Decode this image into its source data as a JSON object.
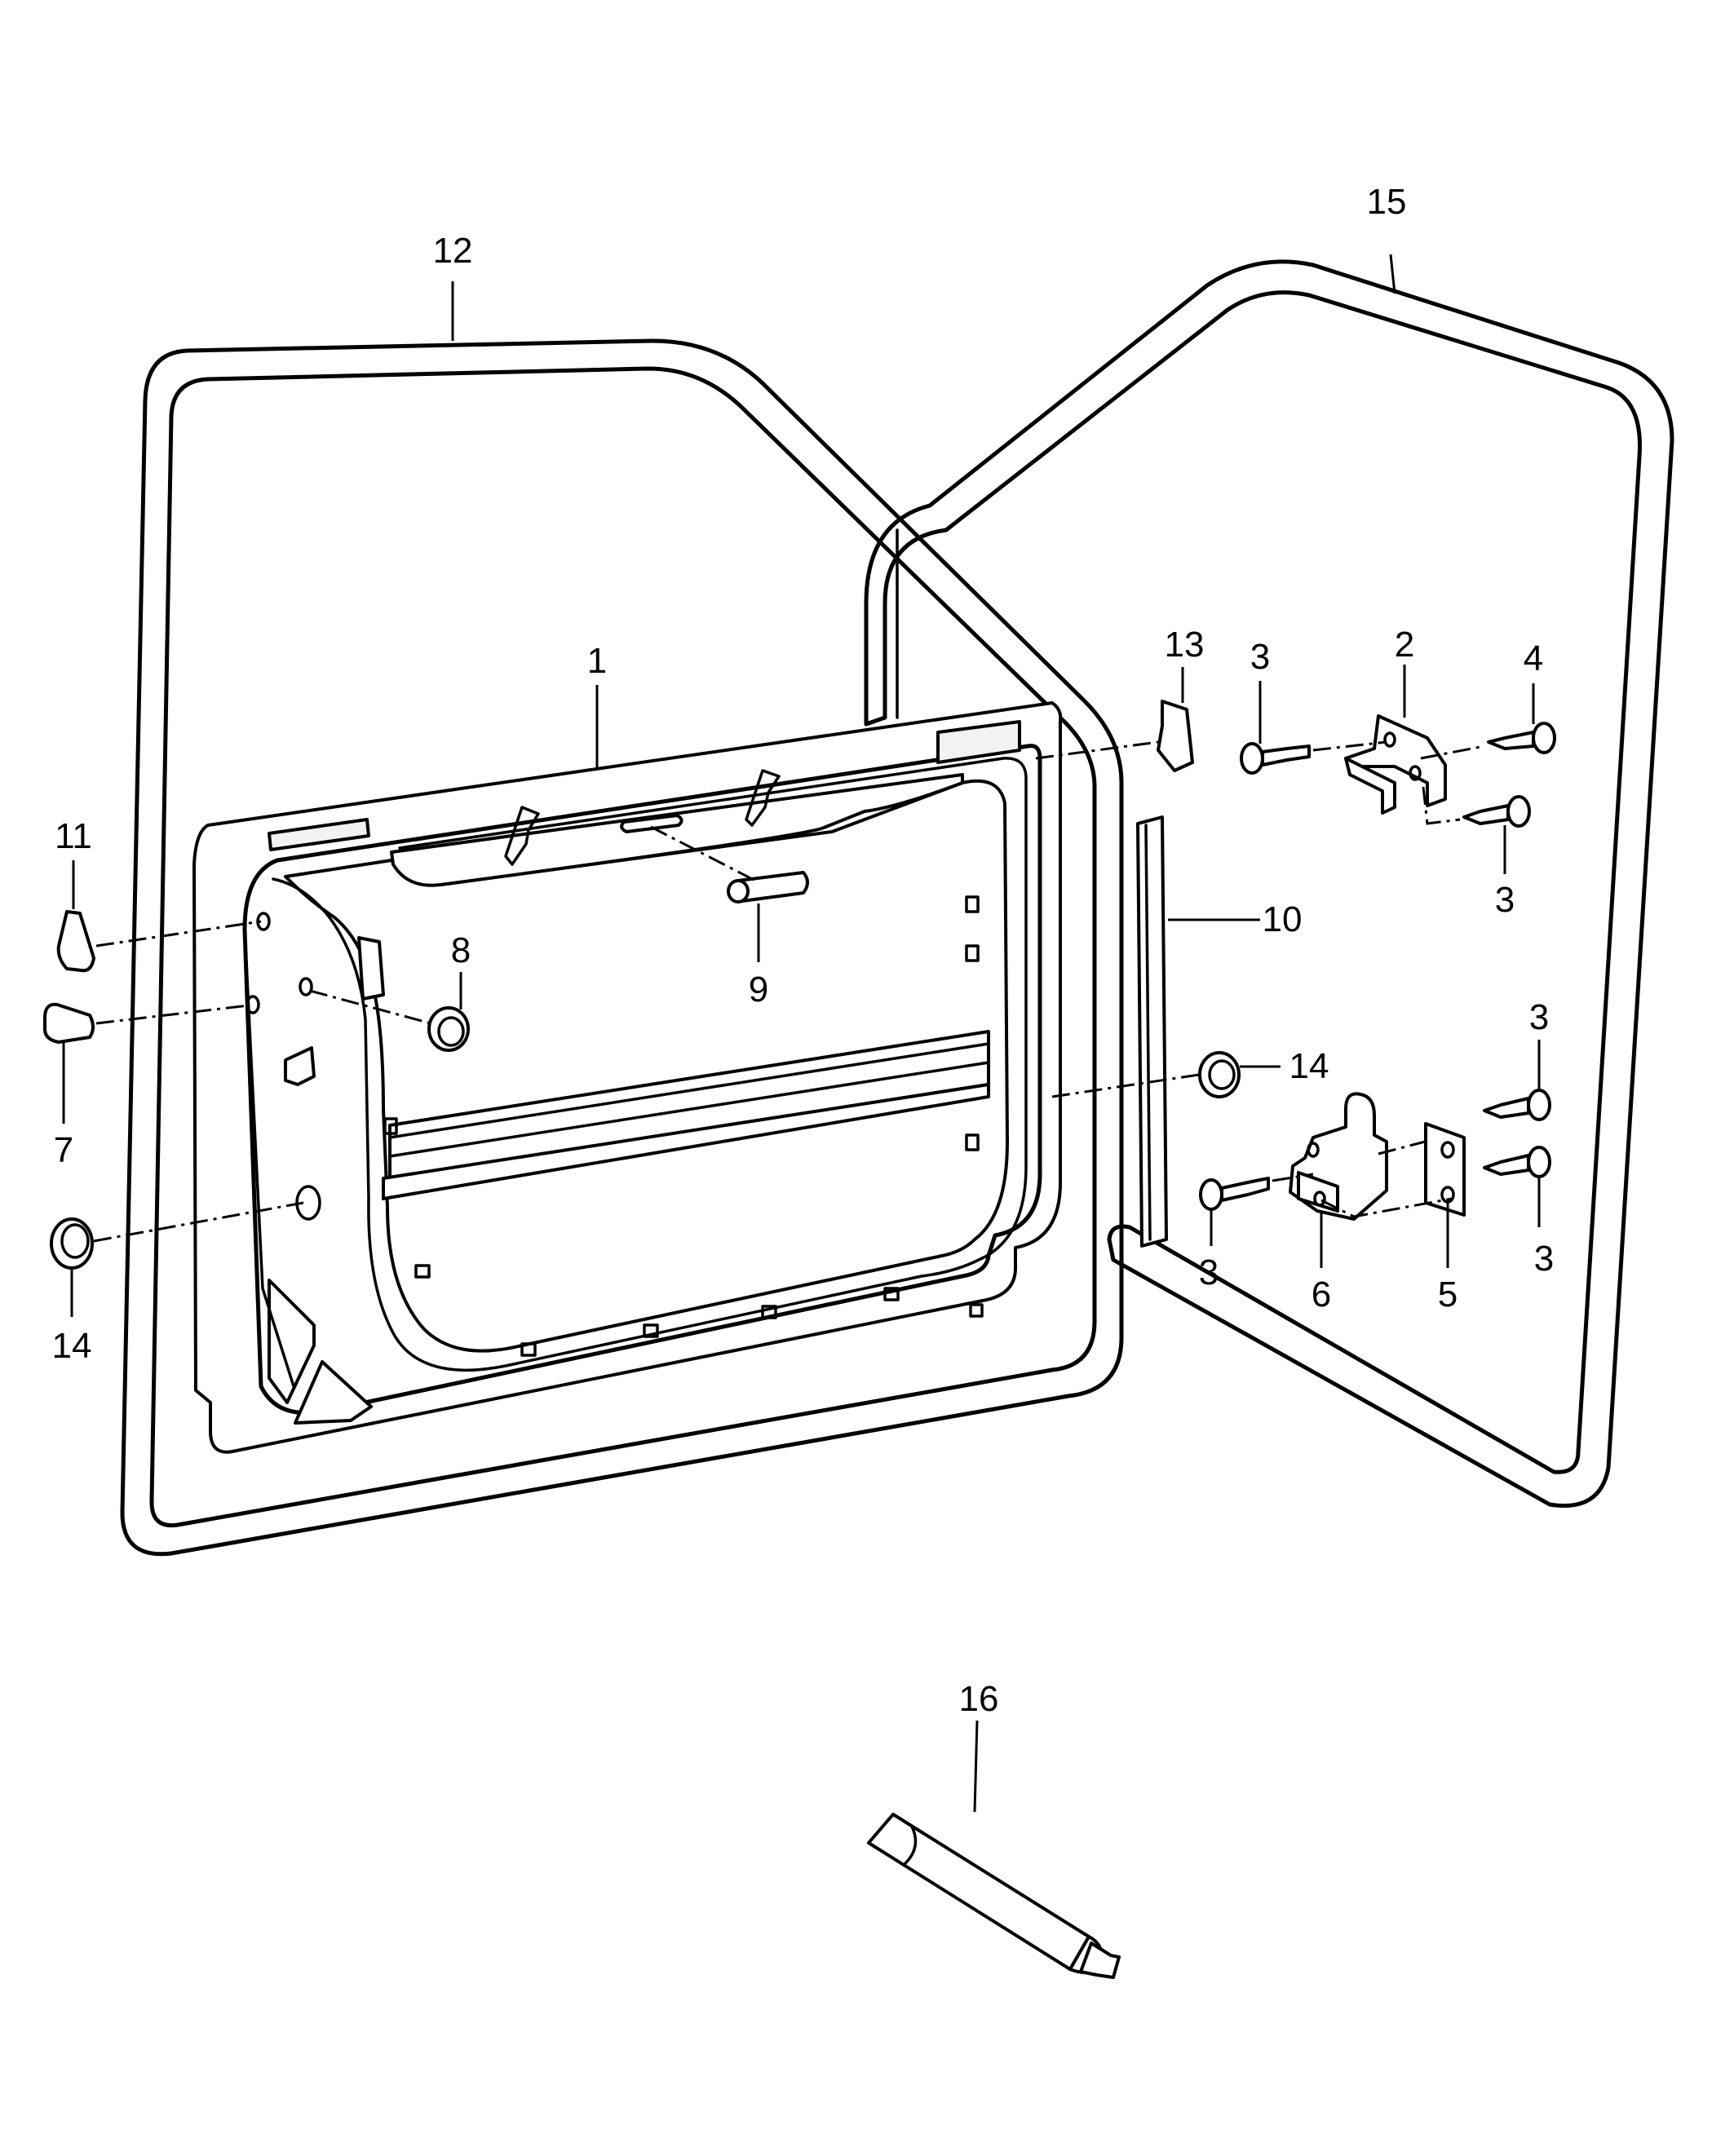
{
  "callouts": {
    "c1": "1",
    "c2": "2",
    "c3a": "3",
    "c3b": "3",
    "c3c": "3",
    "c3d": "3",
    "c3e": "3",
    "c4": "4",
    "c5": "5",
    "c6": "6",
    "c7": "7",
    "c8": "8",
    "c9": "9",
    "c10": "10",
    "c11": "11",
    "c12": "12",
    "c13": "13",
    "c14a": "14",
    "c14b": "14",
    "c15": "15",
    "c16": "16"
  }
}
